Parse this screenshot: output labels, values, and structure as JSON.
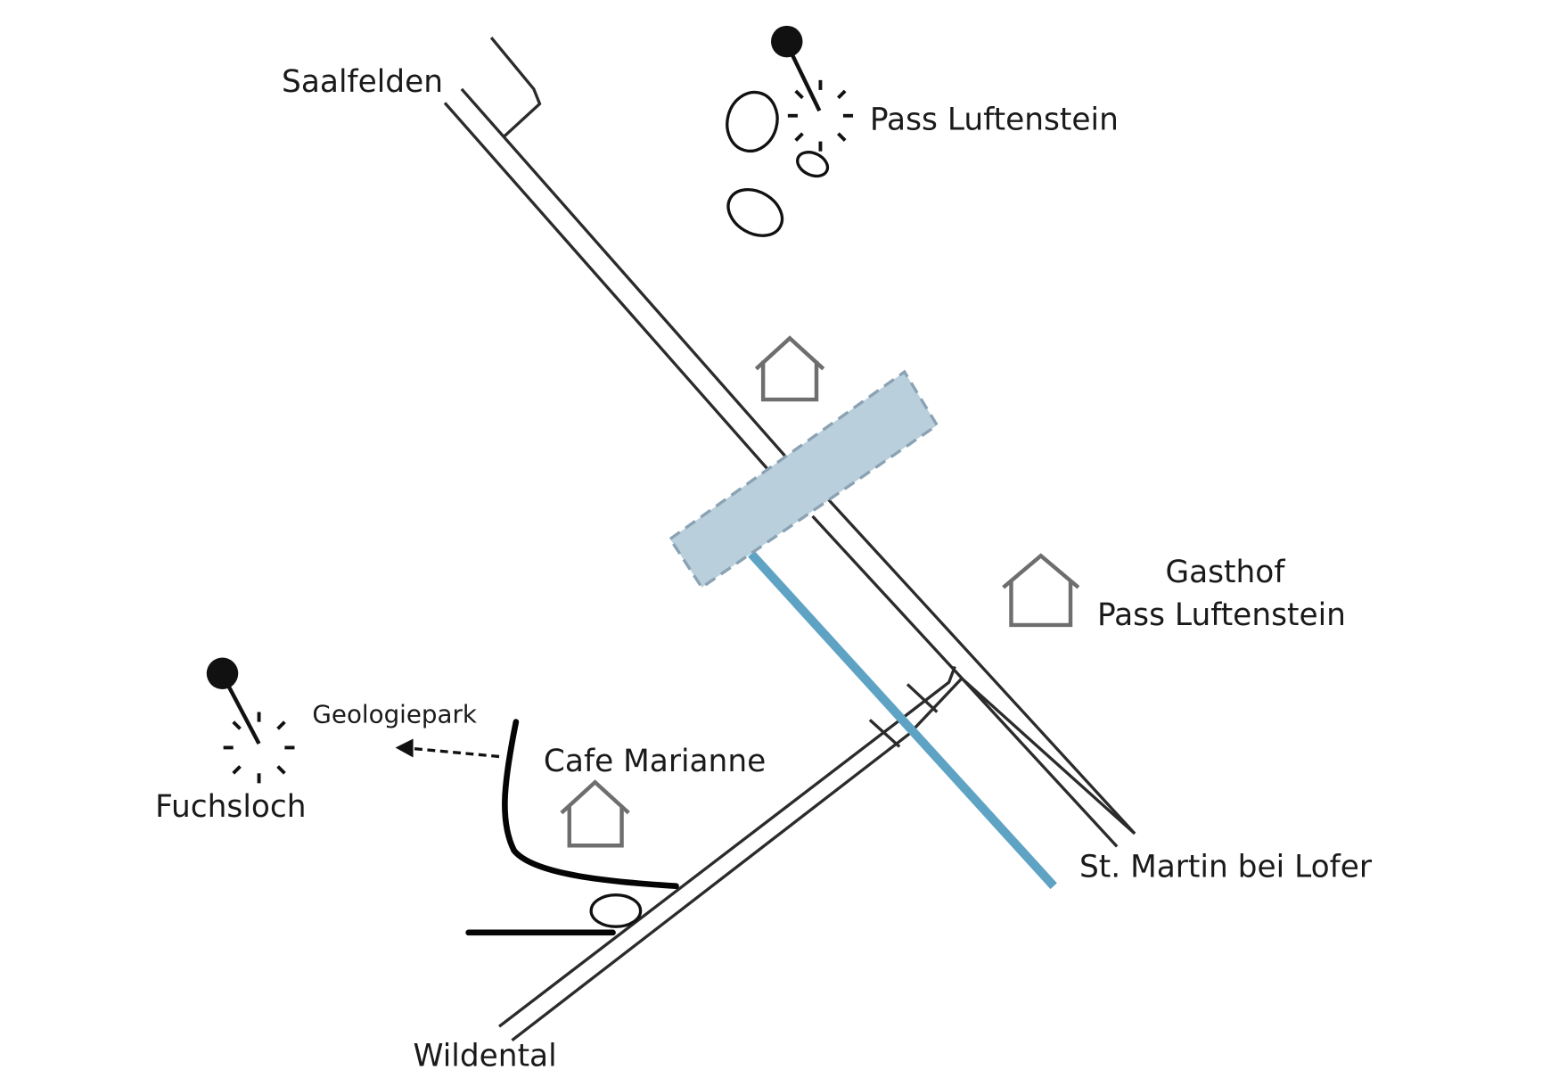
{
  "map": {
    "colors": {
      "river": "#5fa3c4",
      "zone_fill": "#b9cfdc",
      "zone_border": "#8aa2b3",
      "road": "#2b2b2b",
      "house": "#6e6e6e",
      "ink": "#111111"
    },
    "places": {
      "saalfelden": "Saalfelden",
      "pass_luftenstein": "Pass Luftenstein",
      "gasthof_line1": "Gasthof",
      "gasthof_line2": "Pass Luftenstein",
      "geologiepark": "Geologiepark",
      "fuchsloch": "Fuchsloch",
      "cafe_marianne": "Cafe Marianne",
      "st_martin": "St. Martin bei Lofer",
      "wildental": "Wildental"
    },
    "icons": {
      "pin": "map-pin-icon",
      "cave": "cave-burst-icon",
      "house": "house-icon",
      "rock": "rock-icon"
    }
  }
}
